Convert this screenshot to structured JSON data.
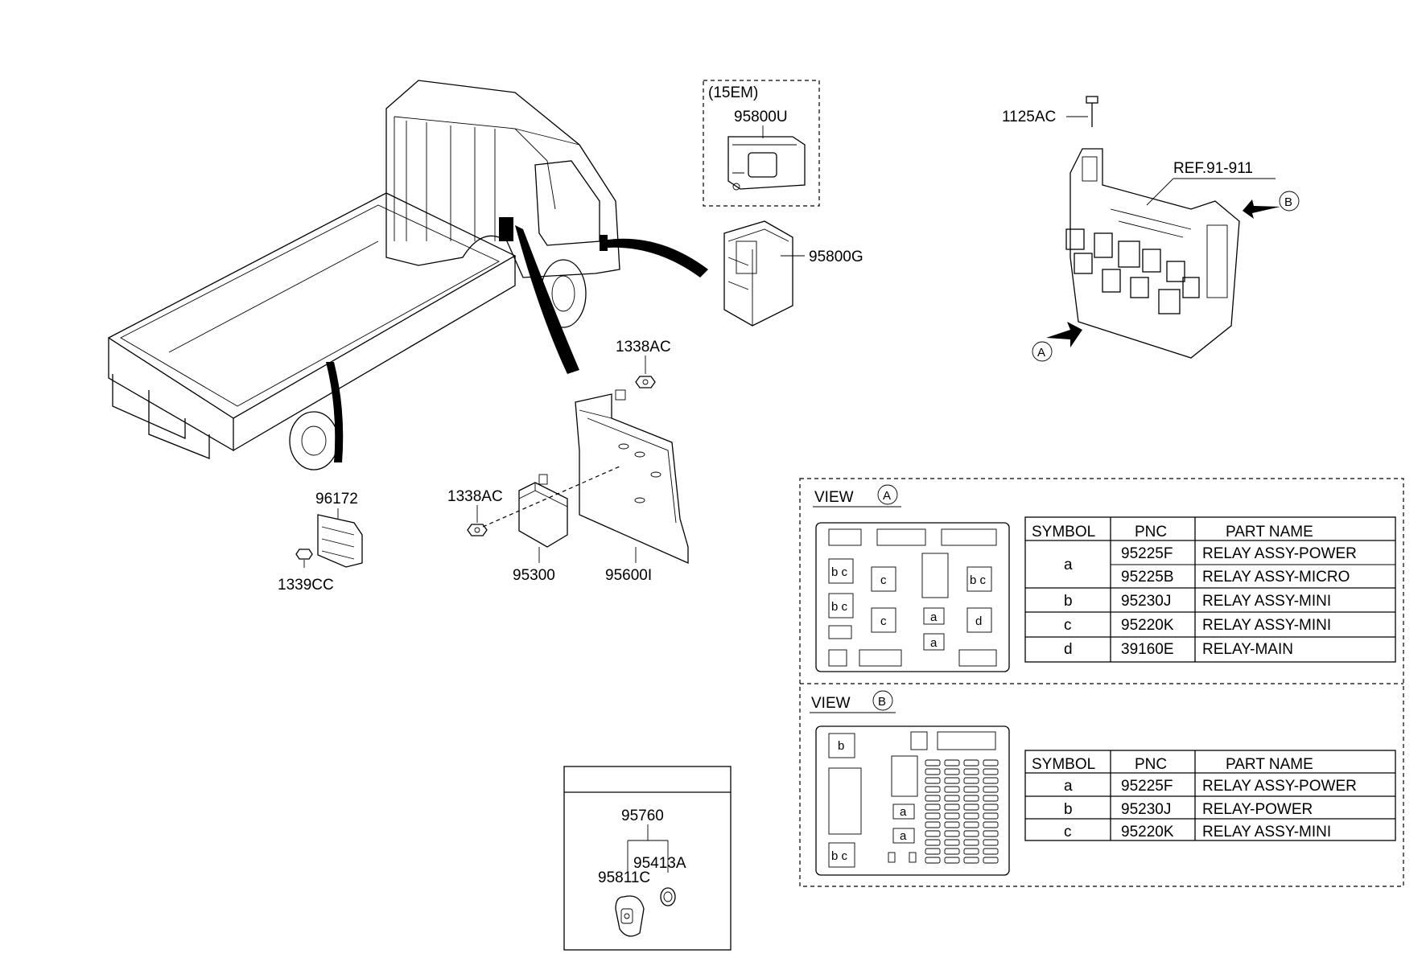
{
  "labels": {
    "p15em": "(15EM)",
    "p95800u": "95800U",
    "p95800g": "95800G",
    "p1125ac": "1125AC",
    "ref": "REF.91-911",
    "p1338ac_top": "1338AC",
    "p1338ac_mid": "1338AC",
    "p96172": "96172",
    "p1339cc": "1339CC",
    "p95300": "95300",
    "p95600i": "95600I",
    "p95760": "95760",
    "p95413a": "95413A",
    "p95811c": "95811C"
  },
  "callouts": {
    "a": "A",
    "b": "B"
  },
  "view_a": {
    "title": "VIEW",
    "marker": "A",
    "headers": [
      "SYMBOL",
      "PNC",
      "PART NAME"
    ],
    "rows": [
      {
        "symbol": "a",
        "pnc": "95225F",
        "part": "RELAY ASSY-POWER"
      },
      {
        "symbol": "",
        "pnc": "95225B",
        "part": "RELAY ASSY-MICRO"
      },
      {
        "symbol": "b",
        "pnc": "95230J",
        "part": "RELAY ASSY-MINI"
      },
      {
        "symbol": "c",
        "pnc": "95220K",
        "part": "RELAY ASSY-MINI"
      },
      {
        "symbol": "d",
        "pnc": "39160E",
        "part": "RELAY-MAIN"
      }
    ],
    "panel_symbols": {
      "bc1": "b c",
      "bc2": "b c",
      "bc3": "b c",
      "c1": "c",
      "c2": "c",
      "a1": "a",
      "a2": "a",
      "d": "d"
    }
  },
  "view_b": {
    "title": "VIEW",
    "marker": "B",
    "headers": [
      "SYMBOL",
      "PNC",
      "PART NAME"
    ],
    "rows": [
      {
        "symbol": "a",
        "pnc": "95225F",
        "part": "RELAY ASSY-POWER"
      },
      {
        "symbol": "b",
        "pnc": "95230J",
        "part": "RELAY-POWER"
      },
      {
        "symbol": "c",
        "pnc": "95220K",
        "part": "RELAY ASSY-MINI"
      }
    ],
    "panel_symbols": {
      "b": "b",
      "a1": "a",
      "a2": "a",
      "bc": "b c"
    }
  }
}
